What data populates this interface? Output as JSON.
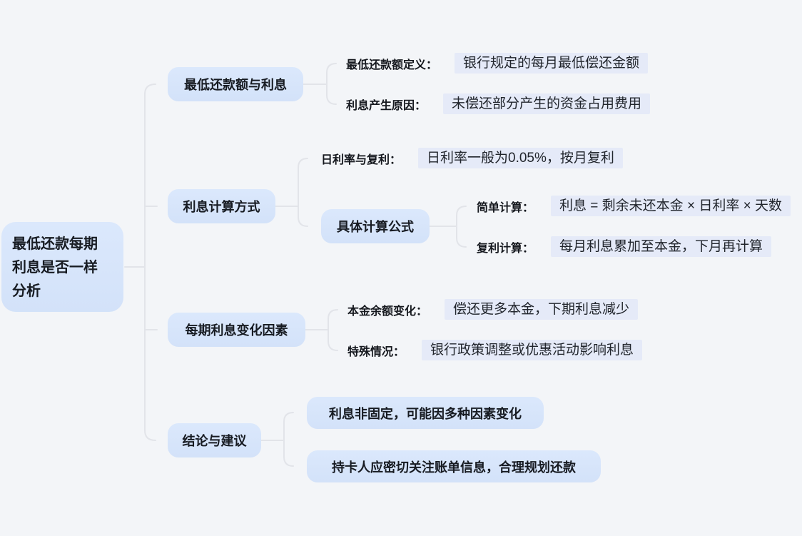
{
  "colors": {
    "background": "#f3f5f8",
    "node_fill_top": "#dbe8fc",
    "node_fill_bottom": "#d3e2f9",
    "highlight_fill": "#e5eaf8",
    "connector": "#e2e4e9",
    "text": "#171b22"
  },
  "mindmap": {
    "root": {
      "label": "最低还款每期利息是否一样分析",
      "lines": [
        "最低还款每期",
        "利息是否一样",
        "分析"
      ]
    },
    "branches": [
      {
        "label": "最低还款额与利息",
        "children": [
          {
            "label": "最低还款额定义：",
            "value": "银行规定的每月最低偿还金额"
          },
          {
            "label": "利息产生原因：",
            "value": "未偿还部分产生的资金占用费用"
          }
        ]
      },
      {
        "label": "利息计算方式",
        "children": [
          {
            "label": "日利率与复利：",
            "value": "日利率一般为0.05%，按月复利"
          },
          {
            "label": "具体计算公式",
            "children": [
              {
                "label": "简单计算：",
                "value": "利息 = 剩余未还本金 × 日利率 × 天数"
              },
              {
                "label": "复利计算：",
                "value": "每月利息累加至本金，下月再计算"
              }
            ]
          }
        ]
      },
      {
        "label": "每期利息变化因素",
        "children": [
          {
            "label": "本金余额变化：",
            "value": "偿还更多本金，下期利息减少"
          },
          {
            "label": "特殊情况：",
            "value": "银行政策调整或优惠活动影响利息"
          }
        ]
      },
      {
        "label": "结论与建议",
        "children": [
          {
            "text": "利息非固定，可能因多种因素变化"
          },
          {
            "text": "持卡人应密切关注账单信息，合理规划还款"
          }
        ]
      }
    ]
  }
}
